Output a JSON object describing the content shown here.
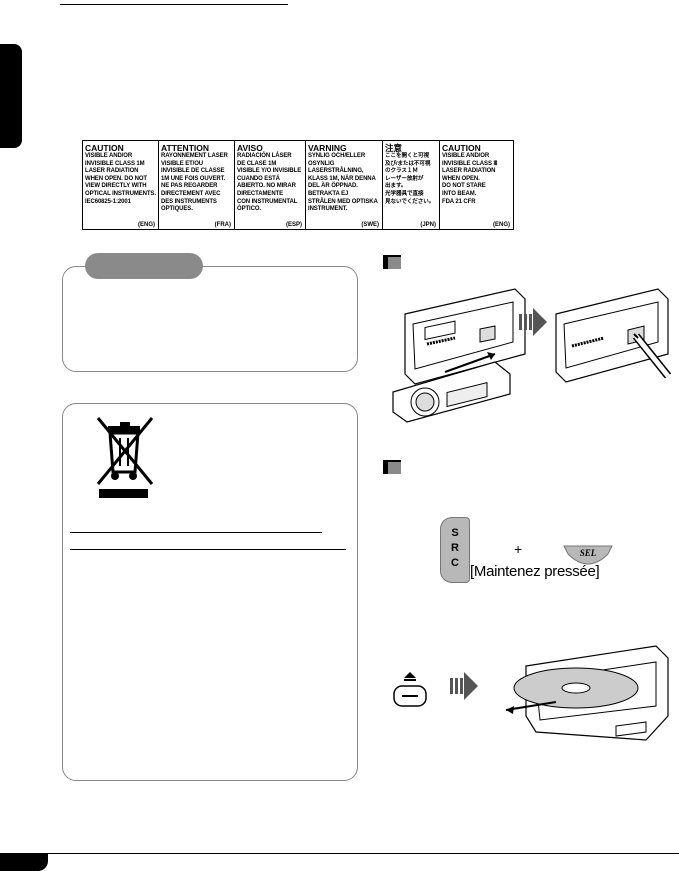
{
  "labels": [
    {
      "title": "CAUTION",
      "body": "VISIBLE AND/OR\nINVISIBLE CLASS 1M\nLASER RADIATION\nWHEN OPEN. DO NOT\nVIEW DIRECTLY WITH\nOPTICAL INSTRUMENTS.\n   IEC60825-1:2001",
      "code": "(ENG)"
    },
    {
      "title": "ATTENTION",
      "body": "RAYONNEMENT LASER\nVISIBLE ET/OU\nINVISIBLE DE CLASSE\n1M UNE FOIS OUVERT.\nNE PAS REGARDER\nDIRECTEMENT AVEC\nDES INSTRUMENTS\nOPTIQUES.",
      "code": "(FRA)"
    },
    {
      "title": "AVISO",
      "body": "RADIACIÓN LÁSER\nDE CLASE 1M\nVISIBLE Y/O INVISIBLE\nCUANDO ESTÁ\nABIERTO. NO MIRAR\nDIRECTAMENTE\nCON INSTRUMENTAL\nÓPTICO.",
      "code": "(ESP)"
    },
    {
      "title": "VARNING",
      "body": "SYNLIG OCH/ELLER\nOSYNLIG\nLASERSTRÅLNING,\nKLASS 1M, NÄR DENNA\nDEL ÄR ÖPPNAD.\nBETRAKTA EJ\nSTRÅLEN MED OPTISKA\nINSTRUMENT.",
      "code": "(SWE)"
    },
    {
      "title": "注意",
      "body": "ここを開くと可視\n及び/または不可視\nのクラス１Ｍ\nレーザー放射が\n出ます。\n光学器具で直接\n見ないでください。",
      "code": "(JPN)"
    },
    {
      "title": "CAUTION",
      "body": "VISIBLE AND/OR\nINVISIBLE CLASS Ⅲ\nLASER RADIATION\nWHEN OPEN.\nDO NOT STARE\nINTO BEAM.\n  FDA 21 CFR",
      "code": "(ENG)"
    }
  ],
  "instructions": {
    "hold_label": "[Maintenez pressée]",
    "plus": "+",
    "src_letters": "S\nR\nC",
    "sel_label": "SEL"
  },
  "icons": {
    "weee": "crossed-out-wheelie-bin-icon",
    "eject": "eject-icon",
    "arrow": "right-arrow-icon"
  }
}
